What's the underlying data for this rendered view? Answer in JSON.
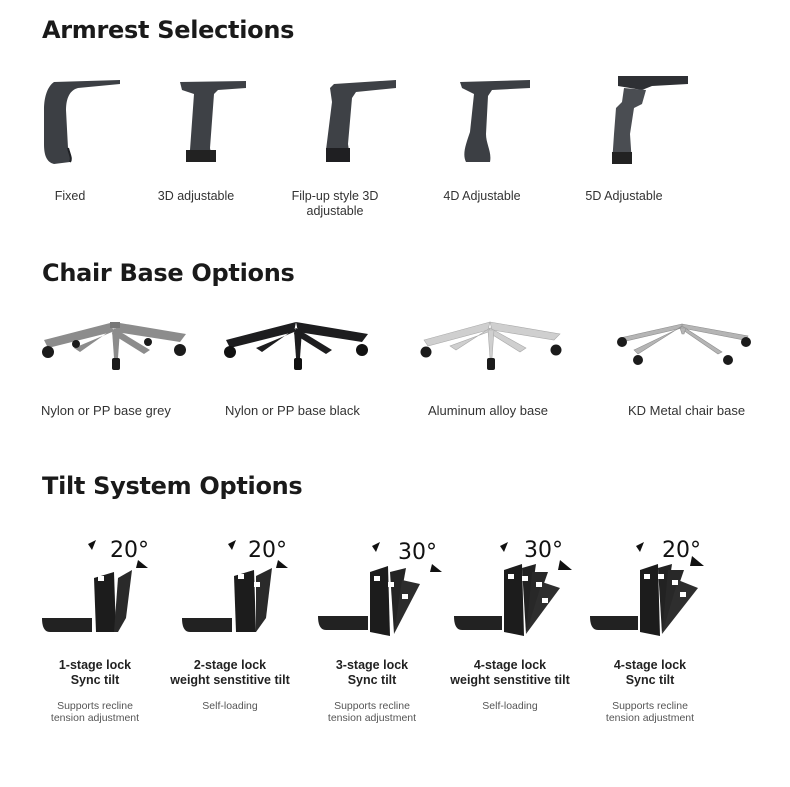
{
  "sections": {
    "armrest": {
      "title": "Armrest Selections",
      "items": [
        {
          "label": "Fixed"
        },
        {
          "label": "3D adjustable"
        },
        {
          "label": "Filp-up style 3D adjustable"
        },
        {
          "label": "4D Adjustable"
        },
        {
          "label": "5D Adjustable"
        }
      ]
    },
    "base": {
      "title": "Chair Base Options",
      "items": [
        {
          "label": "Nylon or PP base grey",
          "color": "#8a8a8a"
        },
        {
          "label": "Nylon or PP base black",
          "color": "#1c1c1c"
        },
        {
          "label": "Aluminum alloy base",
          "color": "#c8c8c8"
        },
        {
          "label": "KD Metal chair base",
          "color": "#a8a8a8"
        }
      ]
    },
    "tilt": {
      "title": "Tilt System Options",
      "items": [
        {
          "angle": "20°",
          "name_line1": "1-stage lock",
          "name_line2": "Sync tilt",
          "note_line1": "Supports recline",
          "note_line2": "tension adjustment",
          "stages": 1
        },
        {
          "angle": "20°",
          "name_line1": "2-stage lock",
          "name_line2": "weight senstitive tilt",
          "note_line1": "Self-loading",
          "note_line2": "",
          "stages": 2
        },
        {
          "angle": "30°",
          "name_line1": "3-stage lock",
          "name_line2": "Sync tilt",
          "note_line1": "Supports recline",
          "note_line2": "tension adjustment",
          "stages": 3
        },
        {
          "angle": "30°",
          "name_line1": "4-stage lock",
          "name_line2": "weight senstitive tilt",
          "note_line1": "Self-loading",
          "note_line2": "",
          "stages": 4
        },
        {
          "angle": "20°",
          "name_line1": "4-stage lock",
          "name_line2": "Sync tilt",
          "note_line1": "Supports recline",
          "note_line2": "tension adjustment",
          "stages": 4
        }
      ]
    }
  }
}
